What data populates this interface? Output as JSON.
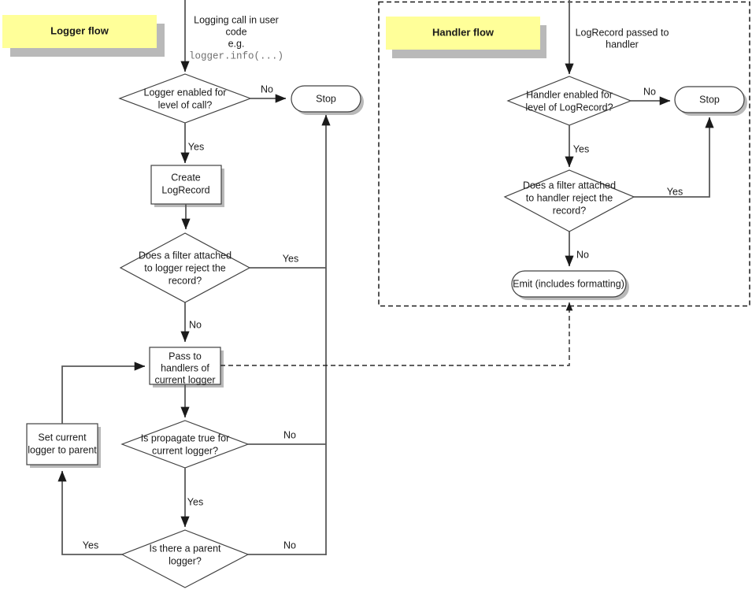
{
  "diagram": {
    "title": "Python logging flow",
    "colors": {
      "banner_fill": "#ffff99",
      "banner_shadow": "#b9b9b9",
      "shape_stroke": "#404040",
      "connector": "#595959",
      "text": "#1a1a1a",
      "mono_text": "#707070",
      "background": "#ffffff"
    }
  },
  "regions": {
    "logger": {
      "banner_label": "Logger flow",
      "dashed_border": false
    },
    "handler": {
      "banner_label": "Handler flow",
      "dashed_border": true
    }
  },
  "logger_flow": {
    "entry_note": {
      "line1": "Logging call in user",
      "line2": "code",
      "line3": "e.g.",
      "line4": "logger.info(...)"
    },
    "nodes": {
      "logger_enabled": {
        "type": "decision",
        "line1": "Logger enabled for",
        "line2": "level of call?"
      },
      "stop": {
        "type": "terminator",
        "line1": "Stop"
      },
      "create_logrecord": {
        "type": "process",
        "line1": "Create",
        "line2": "LogRecord"
      },
      "logger_filter": {
        "type": "decision",
        "line1": "Does a filter attached",
        "line2": "to logger reject the",
        "line3": "record?"
      },
      "pass_to_handlers": {
        "type": "process",
        "line1": "Pass to",
        "line2": "handlers of",
        "line3": "current logger"
      },
      "propagate": {
        "type": "decision",
        "line1": "Is propagate true for",
        "line2": "current logger?"
      },
      "parent_logger": {
        "type": "decision",
        "line1": "Is there a parent",
        "line2": "logger?"
      },
      "set_parent": {
        "type": "process",
        "line1": "Set current",
        "line2": "logger to parent"
      }
    },
    "edges": {
      "logger_enabled_no": "No",
      "logger_enabled_yes": "Yes",
      "logger_filter_yes": "Yes",
      "logger_filter_no": "No",
      "propagate_no": "No",
      "propagate_yes": "Yes",
      "parent_logger_yes": "Yes",
      "parent_logger_no": "No"
    }
  },
  "handler_flow": {
    "entry_note": {
      "line1": "LogRecord passed to",
      "line2": "handler"
    },
    "nodes": {
      "handler_enabled": {
        "type": "decision",
        "line1": "Handler enabled for",
        "line2": "level of LogRecord?"
      },
      "stop": {
        "type": "terminator",
        "line1": "Stop"
      },
      "handler_filter": {
        "type": "decision",
        "line1": "Does a filter attached",
        "line2": "to handler reject the",
        "line3": "record?"
      },
      "emit": {
        "type": "terminator",
        "line1": "Emit (includes formatting)"
      }
    },
    "edges": {
      "handler_enabled_no": "No",
      "handler_enabled_yes": "Yes",
      "handler_filter_yes": "Yes",
      "handler_filter_no": "No"
    }
  },
  "chart_data": {
    "type": "diagram",
    "title": "Python logging: Logger flow and Handler flow",
    "nodes": [
      {
        "id": "entry_logger",
        "label": "Logging call in user code e.g. logger.info(...)",
        "shape": "note",
        "region": "Logger flow"
      },
      {
        "id": "logger_enabled",
        "label": "Logger enabled for level of call?",
        "shape": "decision",
        "region": "Logger flow"
      },
      {
        "id": "logger_stop",
        "label": "Stop",
        "shape": "terminator",
        "region": "Logger flow"
      },
      {
        "id": "create_logrecord",
        "label": "Create LogRecord",
        "shape": "process",
        "region": "Logger flow"
      },
      {
        "id": "logger_filter",
        "label": "Does a filter attached to logger reject the record?",
        "shape": "decision",
        "region": "Logger flow"
      },
      {
        "id": "pass_to_handlers",
        "label": "Pass to handlers of current logger",
        "shape": "process",
        "region": "Logger flow"
      },
      {
        "id": "propagate",
        "label": "Is propagate true for current logger?",
        "shape": "decision",
        "region": "Logger flow"
      },
      {
        "id": "parent_logger",
        "label": "Is there a parent logger?",
        "shape": "decision",
        "region": "Logger flow"
      },
      {
        "id": "set_parent",
        "label": "Set current logger to parent",
        "shape": "process",
        "region": "Logger flow"
      },
      {
        "id": "entry_handler",
        "label": "LogRecord passed to handler",
        "shape": "note",
        "region": "Handler flow"
      },
      {
        "id": "handler_enabled",
        "label": "Handler enabled for level of LogRecord?",
        "shape": "decision",
        "region": "Handler flow"
      },
      {
        "id": "handler_stop",
        "label": "Stop",
        "shape": "terminator",
        "region": "Handler flow"
      },
      {
        "id": "handler_filter",
        "label": "Does a filter attached to handler reject the record?",
        "shape": "decision",
        "region": "Handler flow"
      },
      {
        "id": "emit",
        "label": "Emit (includes formatting)",
        "shape": "terminator",
        "region": "Handler flow"
      }
    ],
    "edges": [
      {
        "from": "entry_logger",
        "to": "logger_enabled",
        "label": ""
      },
      {
        "from": "logger_enabled",
        "to": "logger_stop",
        "label": "No"
      },
      {
        "from": "logger_enabled",
        "to": "create_logrecord",
        "label": "Yes"
      },
      {
        "from": "create_logrecord",
        "to": "logger_filter",
        "label": ""
      },
      {
        "from": "logger_filter",
        "to": "logger_stop",
        "label": "Yes"
      },
      {
        "from": "logger_filter",
        "to": "pass_to_handlers",
        "label": "No"
      },
      {
        "from": "pass_to_handlers",
        "to": "propagate",
        "label": ""
      },
      {
        "from": "pass_to_handlers",
        "to": "emit",
        "label": "",
        "style": "dashed"
      },
      {
        "from": "propagate",
        "to": "logger_stop",
        "label": "No"
      },
      {
        "from": "propagate",
        "to": "parent_logger",
        "label": "Yes"
      },
      {
        "from": "parent_logger",
        "to": "set_parent",
        "label": "Yes"
      },
      {
        "from": "parent_logger",
        "to": "logger_stop",
        "label": "No"
      },
      {
        "from": "set_parent",
        "to": "pass_to_handlers",
        "label": ""
      },
      {
        "from": "entry_handler",
        "to": "handler_enabled",
        "label": ""
      },
      {
        "from": "handler_enabled",
        "to": "handler_stop",
        "label": "No"
      },
      {
        "from": "handler_enabled",
        "to": "handler_filter",
        "label": "Yes"
      },
      {
        "from": "handler_filter",
        "to": "handler_stop",
        "label": "Yes"
      },
      {
        "from": "handler_filter",
        "to": "emit",
        "label": "No"
      }
    ]
  }
}
